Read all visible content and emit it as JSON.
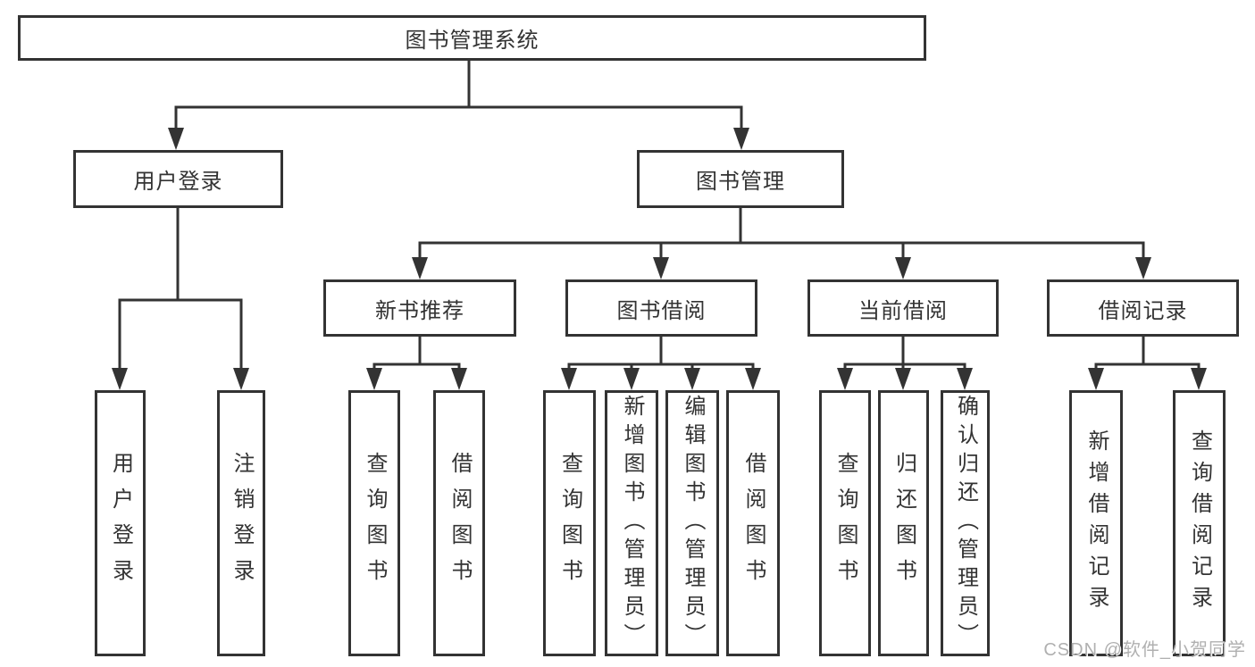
{
  "diagram": {
    "title": "图书管理系统",
    "groups": [
      {
        "label": "用户登录",
        "children": [
          "用户登录",
          "注销登录"
        ]
      },
      {
        "label": "图书管理",
        "sections": [
          {
            "label": "新书推荐",
            "children": [
              "查询图书",
              "借阅图书"
            ]
          },
          {
            "label": "图书借阅",
            "children": [
              "查询图书",
              "新增图书（管理员）",
              "编辑图书（管理员）",
              "借阅图书"
            ]
          },
          {
            "label": "当前借阅",
            "children": [
              "查询图书",
              "归还图书",
              "确认归还（管理员）"
            ]
          },
          {
            "label": "借阅记录",
            "children": [
              "新增借阅记录",
              "查询借阅记录"
            ]
          }
        ]
      }
    ]
  },
  "colors": {
    "line": "#333333",
    "text": "#333333",
    "box_background": "#ffffff",
    "watermark": "#b0b0b0"
  },
  "watermark": "CSDN @软件_小贺同学"
}
